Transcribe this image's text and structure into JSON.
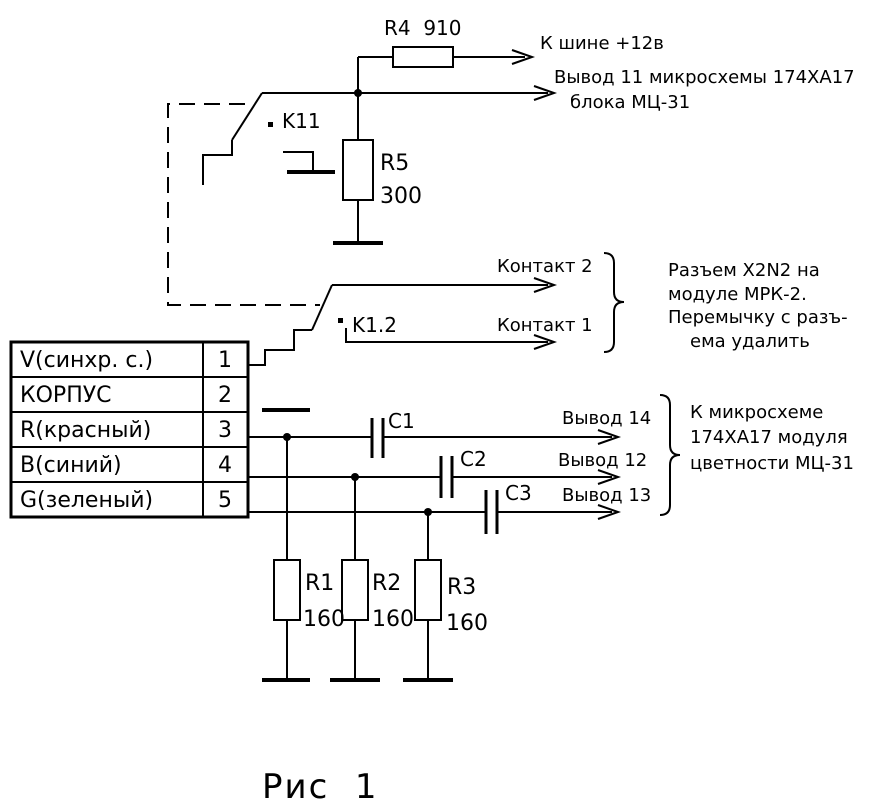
{
  "table": {
    "rows": [
      {
        "name": "V(синхр. с.)",
        "pin": "1"
      },
      {
        "name": "КОРПУС",
        "pin": "2"
      },
      {
        "name": "R(красный)",
        "pin": "3"
      },
      {
        "name": "B(синий)",
        "pin": "4"
      },
      {
        "name": "G(зеленый)",
        "pin": "5"
      }
    ]
  },
  "components": {
    "r4": "R4  910",
    "r5": "R5",
    "r5_value": "300",
    "k11": "K11",
    "k12": "K1.2",
    "c1": "C1",
    "c2": "C2",
    "c3": "C3",
    "r1": "R1",
    "r2": "R2",
    "r3": "R3",
    "r_value": "160"
  },
  "top_notes": {
    "bus": "К шине +12в",
    "pin11_line1": "Вывод 11 микросхемы 174ХА17",
    "pin11_line2": "блока МЦ-31"
  },
  "contacts": {
    "contact2": "Контакт 2",
    "contact1": "Контакт 1",
    "note_lines": [
      "Разъем X2N2 на",
      "модуле МРК-2.",
      "Перемычку с разъ-",
      "ема удалить"
    ]
  },
  "outputs": {
    "pin14": "Вывод 14",
    "pin12": "Вывод 12",
    "pin13": "Вывод 13",
    "note_lines": [
      "К микросхеме",
      "174ХА17 модуля",
      "цветности МЦ-31"
    ]
  },
  "caption": "Рис  1"
}
